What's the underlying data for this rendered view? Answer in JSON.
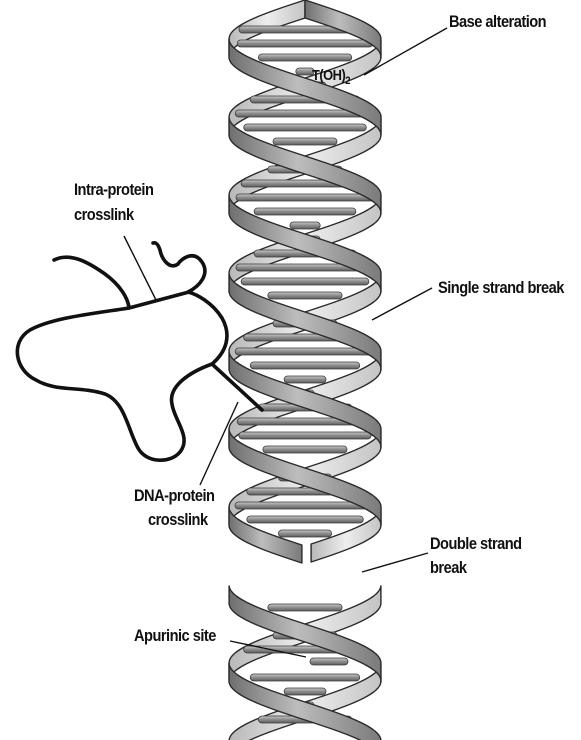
{
  "diagram": {
    "labels": {
      "base_alteration": "Base alteration",
      "modified_base": "T(OH)",
      "modified_base_subscript": "2",
      "intra_protein_line1": "Intra-protein",
      "intra_protein_line2": "crosslink",
      "single_strand_break": "Single strand break",
      "dna_protein_line1": "DNA-protein",
      "dna_protein_line2": "crosslink",
      "double_strand_break_line1": "Double strand",
      "double_strand_break_line2": "break",
      "apurinic_site": "Apurinic site"
    },
    "colors": {
      "strand_front": "#9e9e9e",
      "strand_back": "#d6d6d6",
      "strand_outline": "#2a2a2a",
      "base_pair": "#8a8a8a",
      "protein_chain": "#111111",
      "text": "#111111"
    }
  }
}
